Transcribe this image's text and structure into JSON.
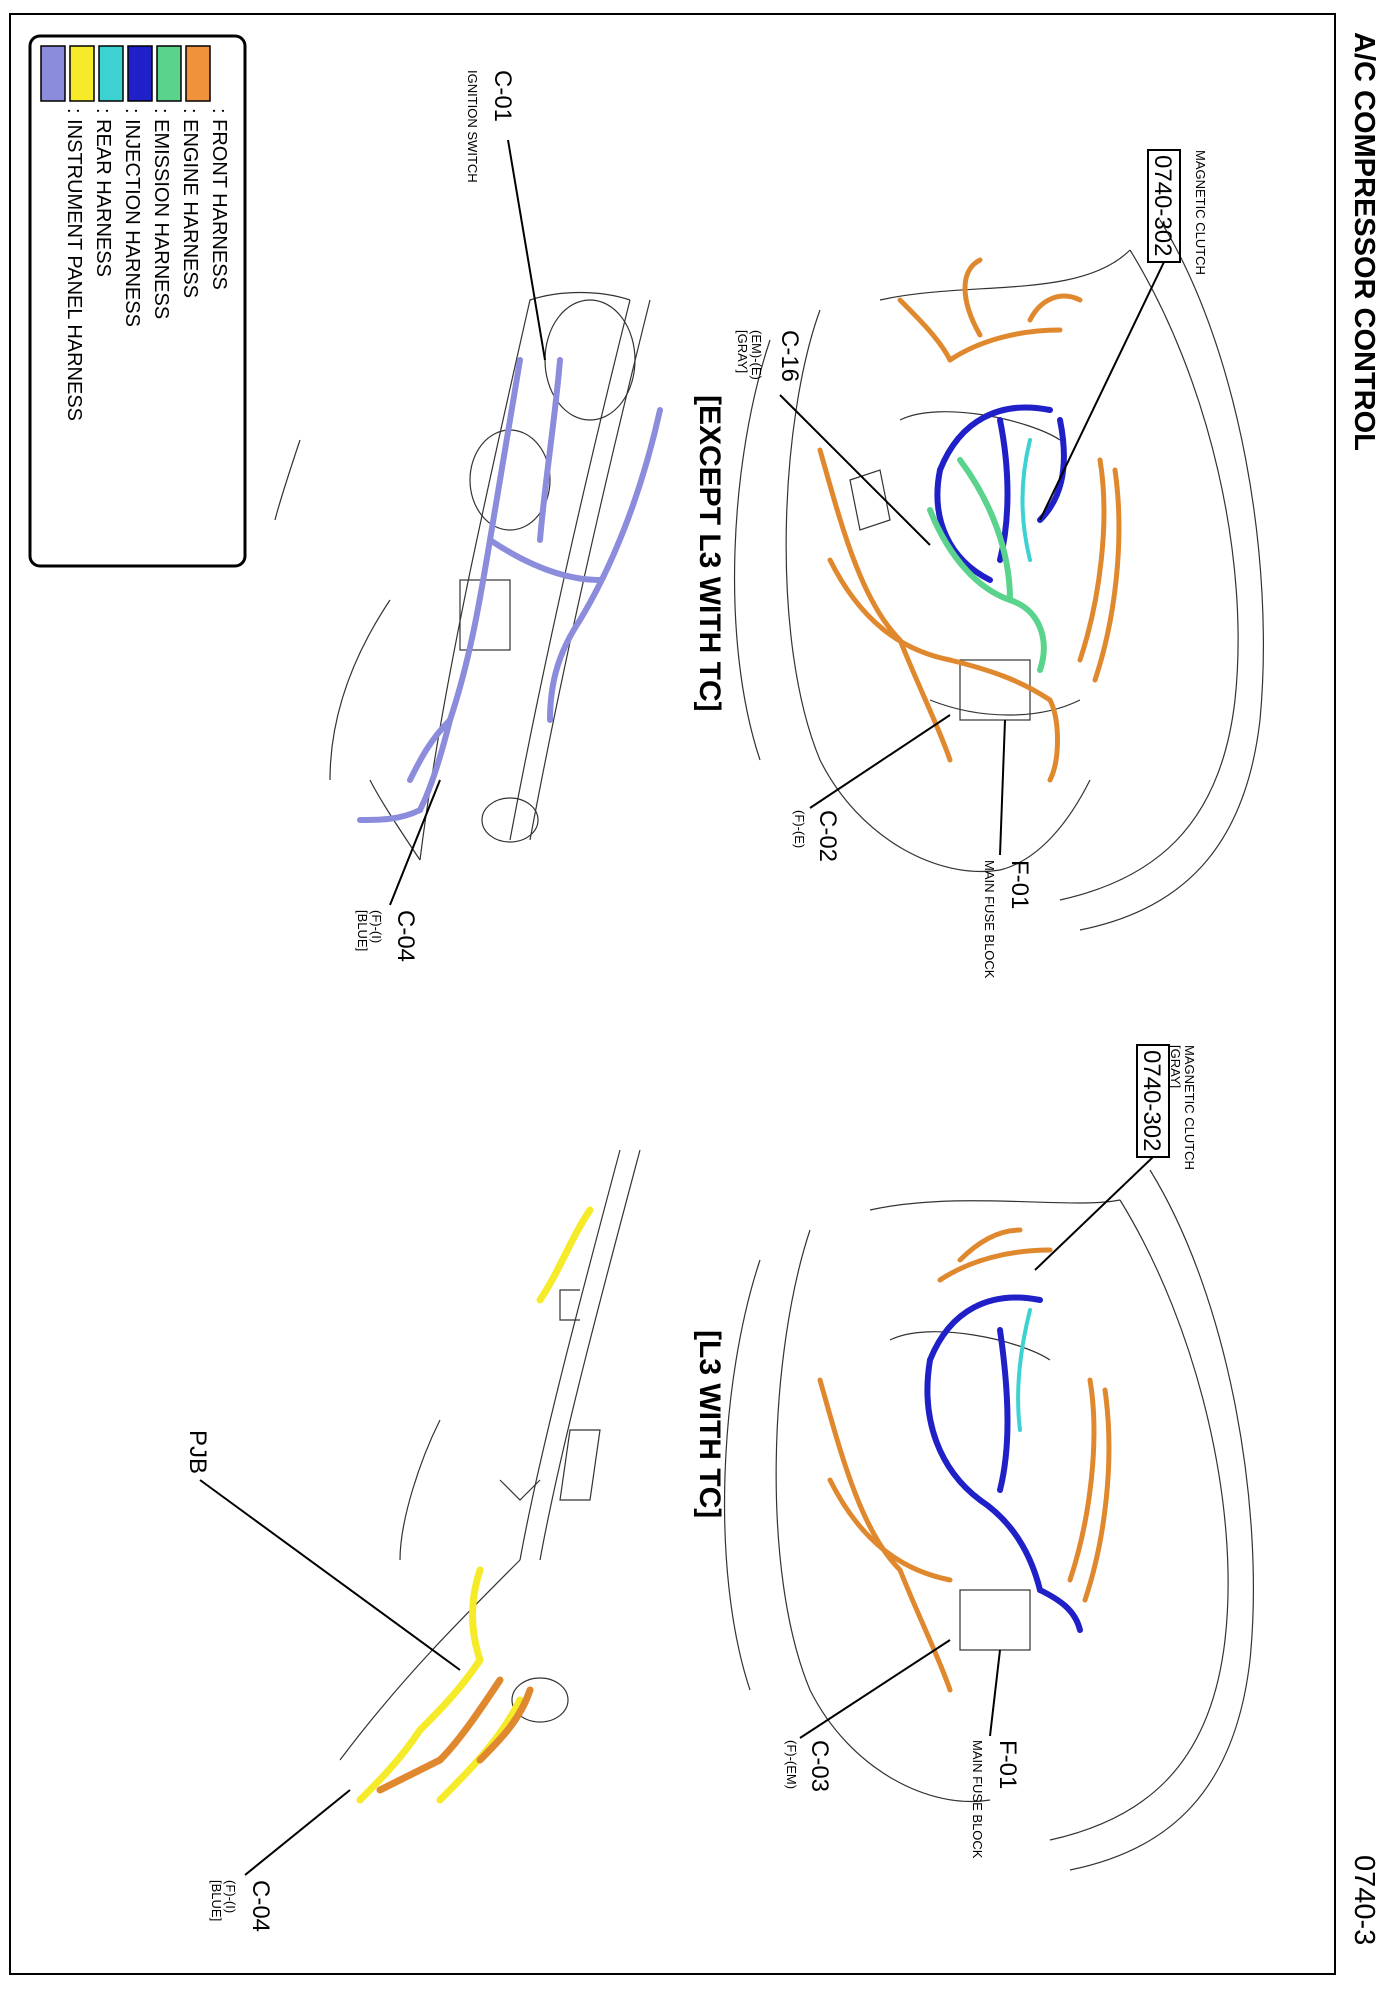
{
  "page": {
    "title": "A/C COMPRESSOR CONTROL",
    "page_number": "0740-3"
  },
  "legend": {
    "items": [
      {
        "label": ": FRONT HARNESS",
        "color": "#f0913c"
      },
      {
        "label": ": ENGINE HARNESS",
        "color": "#5ad38c"
      },
      {
        "label": ": EMISSION HARNESS",
        "color": "#2020c8"
      },
      {
        "label": ": INJECTION HARNESS",
        "color": "#3cd2d2"
      },
      {
        "label": ": REAR HARNESS",
        "color": "#f5eb28"
      },
      {
        "label": ": INSTRUMENT PANEL HARNESS",
        "color": "#8c8cdc"
      }
    ]
  },
  "sections": {
    "except": {
      "heading": "[EXCEPT L3 WITH TC]",
      "ref_box": "0740-302",
      "mag_clutch": "MAGNETIC CLUTCH",
      "c16": {
        "code": "C-16",
        "sub1": "(EM)-(E)",
        "sub2": "[GRAY]"
      },
      "f01": {
        "code": "F-01",
        "sub1": "MAIN FUSE BLOCK"
      },
      "c02": {
        "code": "C-02",
        "sub1": "(F)-(E)"
      },
      "c01": {
        "code": "C-01",
        "sub1": "IGNITION SWITCH"
      },
      "c04": {
        "code": "C-04",
        "sub1": "(F)-(I)",
        "sub2": "[BLUE]"
      }
    },
    "l3": {
      "heading": "[L3 WITH TC]",
      "ref_box": "0740-302",
      "mag_clutch": "MAGNETIC CLUTCH",
      "mag_clutch_sub": "[GRAY]",
      "f01": {
        "code": "F-01",
        "sub1": "MAIN FUSE BLOCK"
      },
      "c03": {
        "code": "C-03",
        "sub1": "(F)-(EM)"
      },
      "pjb": "PJB",
      "c04": {
        "code": "C-04",
        "sub1": "(F)-(I)",
        "sub2": "[BLUE]"
      }
    }
  }
}
